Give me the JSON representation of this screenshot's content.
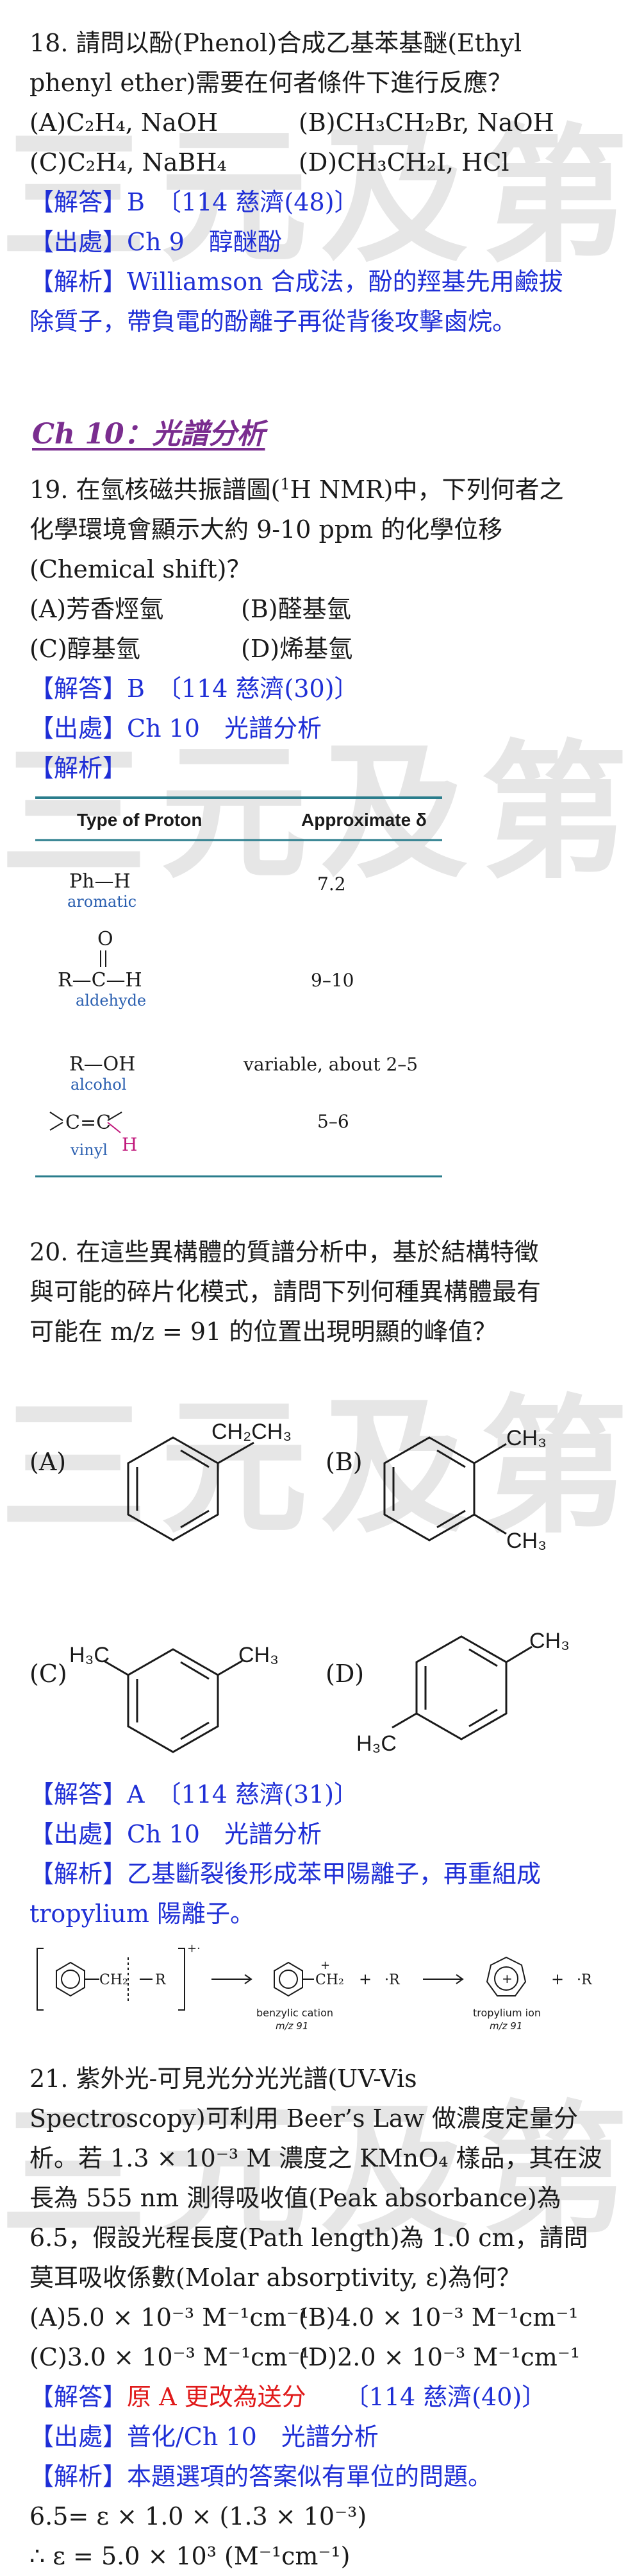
{
  "watermark": "三元及第",
  "q18": {
    "lines": [
      "18. 請問以酚(Phenol)合成乙基苯基醚(Ethyl",
      "phenyl ether)需要在何者條件下進行反應？"
    ],
    "options": {
      "a": "(A)C₂H₄, NaOH",
      "b": "(B)CH₃CH₂Br, NaOH",
      "c": "(C)C₂H₄, NaBH₄",
      "d": "(D)CH₃CH₂I, HCl"
    },
    "answer": "【解答】B　〔114 慈濟(48)〕",
    "source": "【出處】Ch 9　醇醚酚",
    "explain_1": "【解析】Williamson 合成法，酚的羥基先用鹼拔",
    "explain_2": "除質子，帶負電的酚離子再從背後攻擊鹵烷。"
  },
  "chapter": "Ch 10：光譜分析",
  "q19": {
    "line1": "19. 在氫核磁共振譜圖(",
    "line1_sup": "1",
    "line1_rest": "H NMR)中，下列何者之",
    "line2": "化學環境會顯示大約 9-10 ppm 的化學位移",
    "line3": "(Chemical shift)？",
    "options": {
      "a": "(A)芳香烴氫",
      "b": "(B)醛基氫",
      "c": "(C)醇基氫",
      "d": "(D)烯基氫"
    },
    "answer": "【解答】B　〔114 慈濟(30)〕",
    "source": "【出處】Ch 10　光譜分析",
    "explain": "【解析】",
    "table": {
      "col1": "Type of Proton",
      "col2": "Approximate δ",
      "rows": [
        {
          "formula": "Ph—H",
          "name": "aromatic",
          "value": "7.2"
        },
        {
          "formula": "R—C—H",
          "name": "aldehyde",
          "value": "9–10"
        },
        {
          "formula": "R—OH",
          "name": "alcohol",
          "value": "variable, about 2–5"
        },
        {
          "formula": "C=C",
          "name": "vinyl",
          "value": "5–6"
        }
      ],
      "o_atom": "O",
      "h_atom": "H"
    }
  },
  "q20": {
    "lines": [
      "20. 在這些異構體的質譜分析中，基於結構特徵",
      "與可能的碎片化模式，請問下列何種異構體最有",
      "可能在 m/z = 91 的位置出現明顯的峰值？"
    ],
    "labels": {
      "a": "(A)",
      "b": "(B)",
      "c": "(C)",
      "d": "(D)"
    },
    "substituents": {
      "ethyl": "CH₂CH₃",
      "methyl": "CH₃",
      "methyl_left": "H₃C"
    },
    "answer": "【解答】A　〔114 慈濟(31)〕",
    "source": "【出處】Ch 10　光譜分析",
    "explain_1": "【解析】乙基斷裂後形成苯甲陽離子，再重組成",
    "explain_2": "tropylium 陽離子。",
    "scheme": {
      "ch2": "CH₂",
      "r": "R",
      "radical": "·R",
      "plus": "+",
      "dot": "+·",
      "benzylic": "benzylic cation",
      "benzylic_mz": "m/z 91",
      "tropylium": "tropylium ion",
      "tropylium_mz": "m/z 91"
    }
  },
  "q21": {
    "lines": [
      "21. 紫外光-可見光分光光譜(UV-Vis",
      "Spectroscopy)可利用 Beer’s Law 做濃度定量分",
      "析。若 1.3 × 10⁻³ M 濃度之 KMnO₄ 樣品，其在波",
      "長為 555 nm 測得吸收值(Peak absorbance)為",
      "6.5，假設光程長度(Path length)為 1.0 cm，請問",
      "莫耳吸收係數(Molar absorptivity, ε)為何？"
    ],
    "options": {
      "a": "(A)5.0 × 10⁻³ M⁻¹cm⁻¹",
      "b": "(B)4.0 × 10⁻³ M⁻¹cm⁻¹",
      "c": "(C)3.0 × 10⁻³ M⁻¹cm⁻¹",
      "d": "(D)2.0 × 10⁻³ M⁻¹cm⁻¹"
    },
    "answer_label": "【解答】",
    "answer_text": "原 A 更改為送分",
    "answer_tag": "〔114 慈濟(40)〕",
    "source": "【出處】普化/Ch 10　光譜分析",
    "explain": "【解析】本題選項的答案似有單位的問題。",
    "calc_1": "6.5= ε × 1.0 × (1.3 × 10⁻³)",
    "calc_2": "∴ ε = 5.0 × 10³ (M⁻¹cm⁻¹)"
  },
  "colors": {
    "blue": "#1f2fd6",
    "red": "#e01a1a",
    "chapter": "#7a2d8f",
    "teal": "#2a7d8c",
    "magenta": "#c0157a"
  }
}
